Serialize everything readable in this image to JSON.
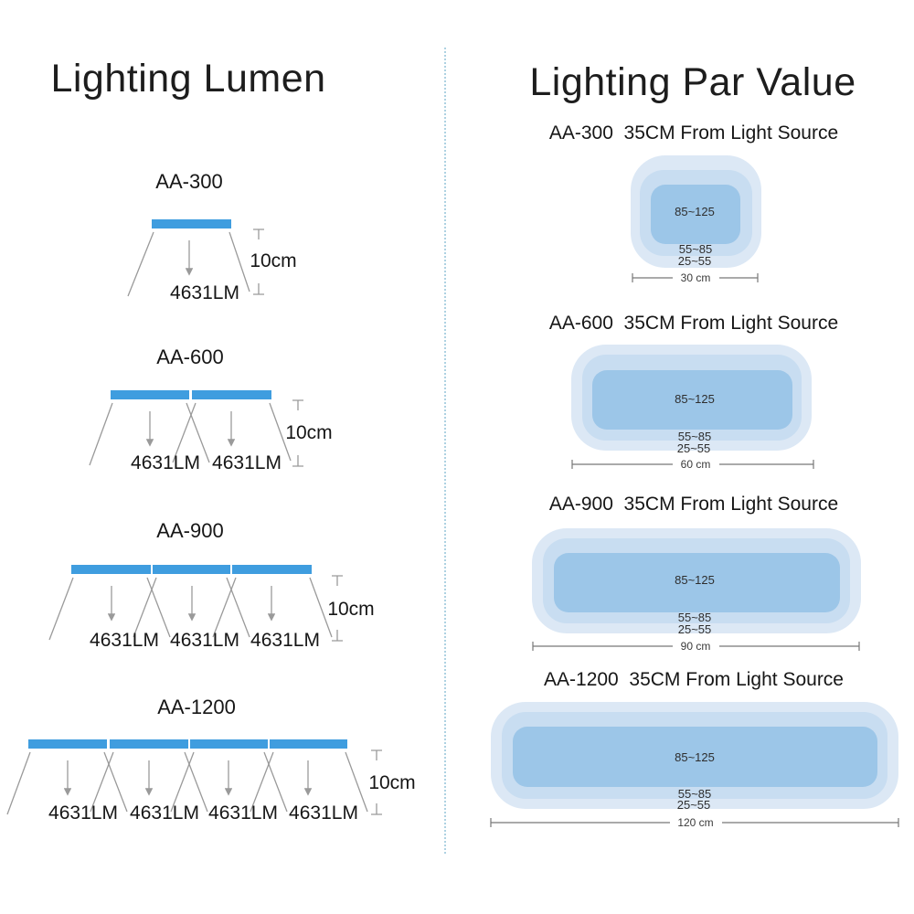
{
  "colors": {
    "bar_blue": "#3f9ddf",
    "zone_outer": "#dce8f5",
    "zone_middle": "#c8ddf1",
    "zone_inner": "#9cc6e8",
    "divider_blue": "#aed2e2"
  },
  "lumen_panel": {
    "title": "Lighting Lumen",
    "models": [
      {
        "name": "AA-300",
        "distance": "10cm",
        "lumens": [
          "4631LM"
        ]
      },
      {
        "name": "AA-600",
        "distance": "10cm",
        "lumens": [
          "4631LM",
          "4631LM"
        ]
      },
      {
        "name": "AA-900",
        "distance": "10cm",
        "lumens": [
          "4631LM",
          "4631LM",
          "4631LM"
        ]
      },
      {
        "name": "AA-1200",
        "distance": "10cm",
        "lumens": [
          "4631LM",
          "4631LM",
          "4631LM",
          "4631LM"
        ]
      }
    ]
  },
  "par_panel": {
    "title": "Lighting Par Value",
    "models": [
      {
        "subtitle": "AA-300  35CM From Light Source",
        "par_inner": "85~125",
        "par_middle": "55~85",
        "par_outer": "25~55",
        "coverage_width": "30 cm"
      },
      {
        "subtitle": "AA-600  35CM From Light Source",
        "par_inner": "85~125",
        "par_middle": "55~85",
        "par_outer": "25~55",
        "coverage_width": "60 cm"
      },
      {
        "subtitle": "AA-900  35CM From Light Source",
        "par_inner": "85~125",
        "par_middle": "55~85",
        "par_outer": "25~55",
        "coverage_width": "90 cm"
      },
      {
        "subtitle": "AA-1200  35CM From Light Source",
        "par_inner": "85~125",
        "par_middle": "55~85",
        "par_outer": "25~55",
        "coverage_width": "120 cm"
      }
    ]
  }
}
